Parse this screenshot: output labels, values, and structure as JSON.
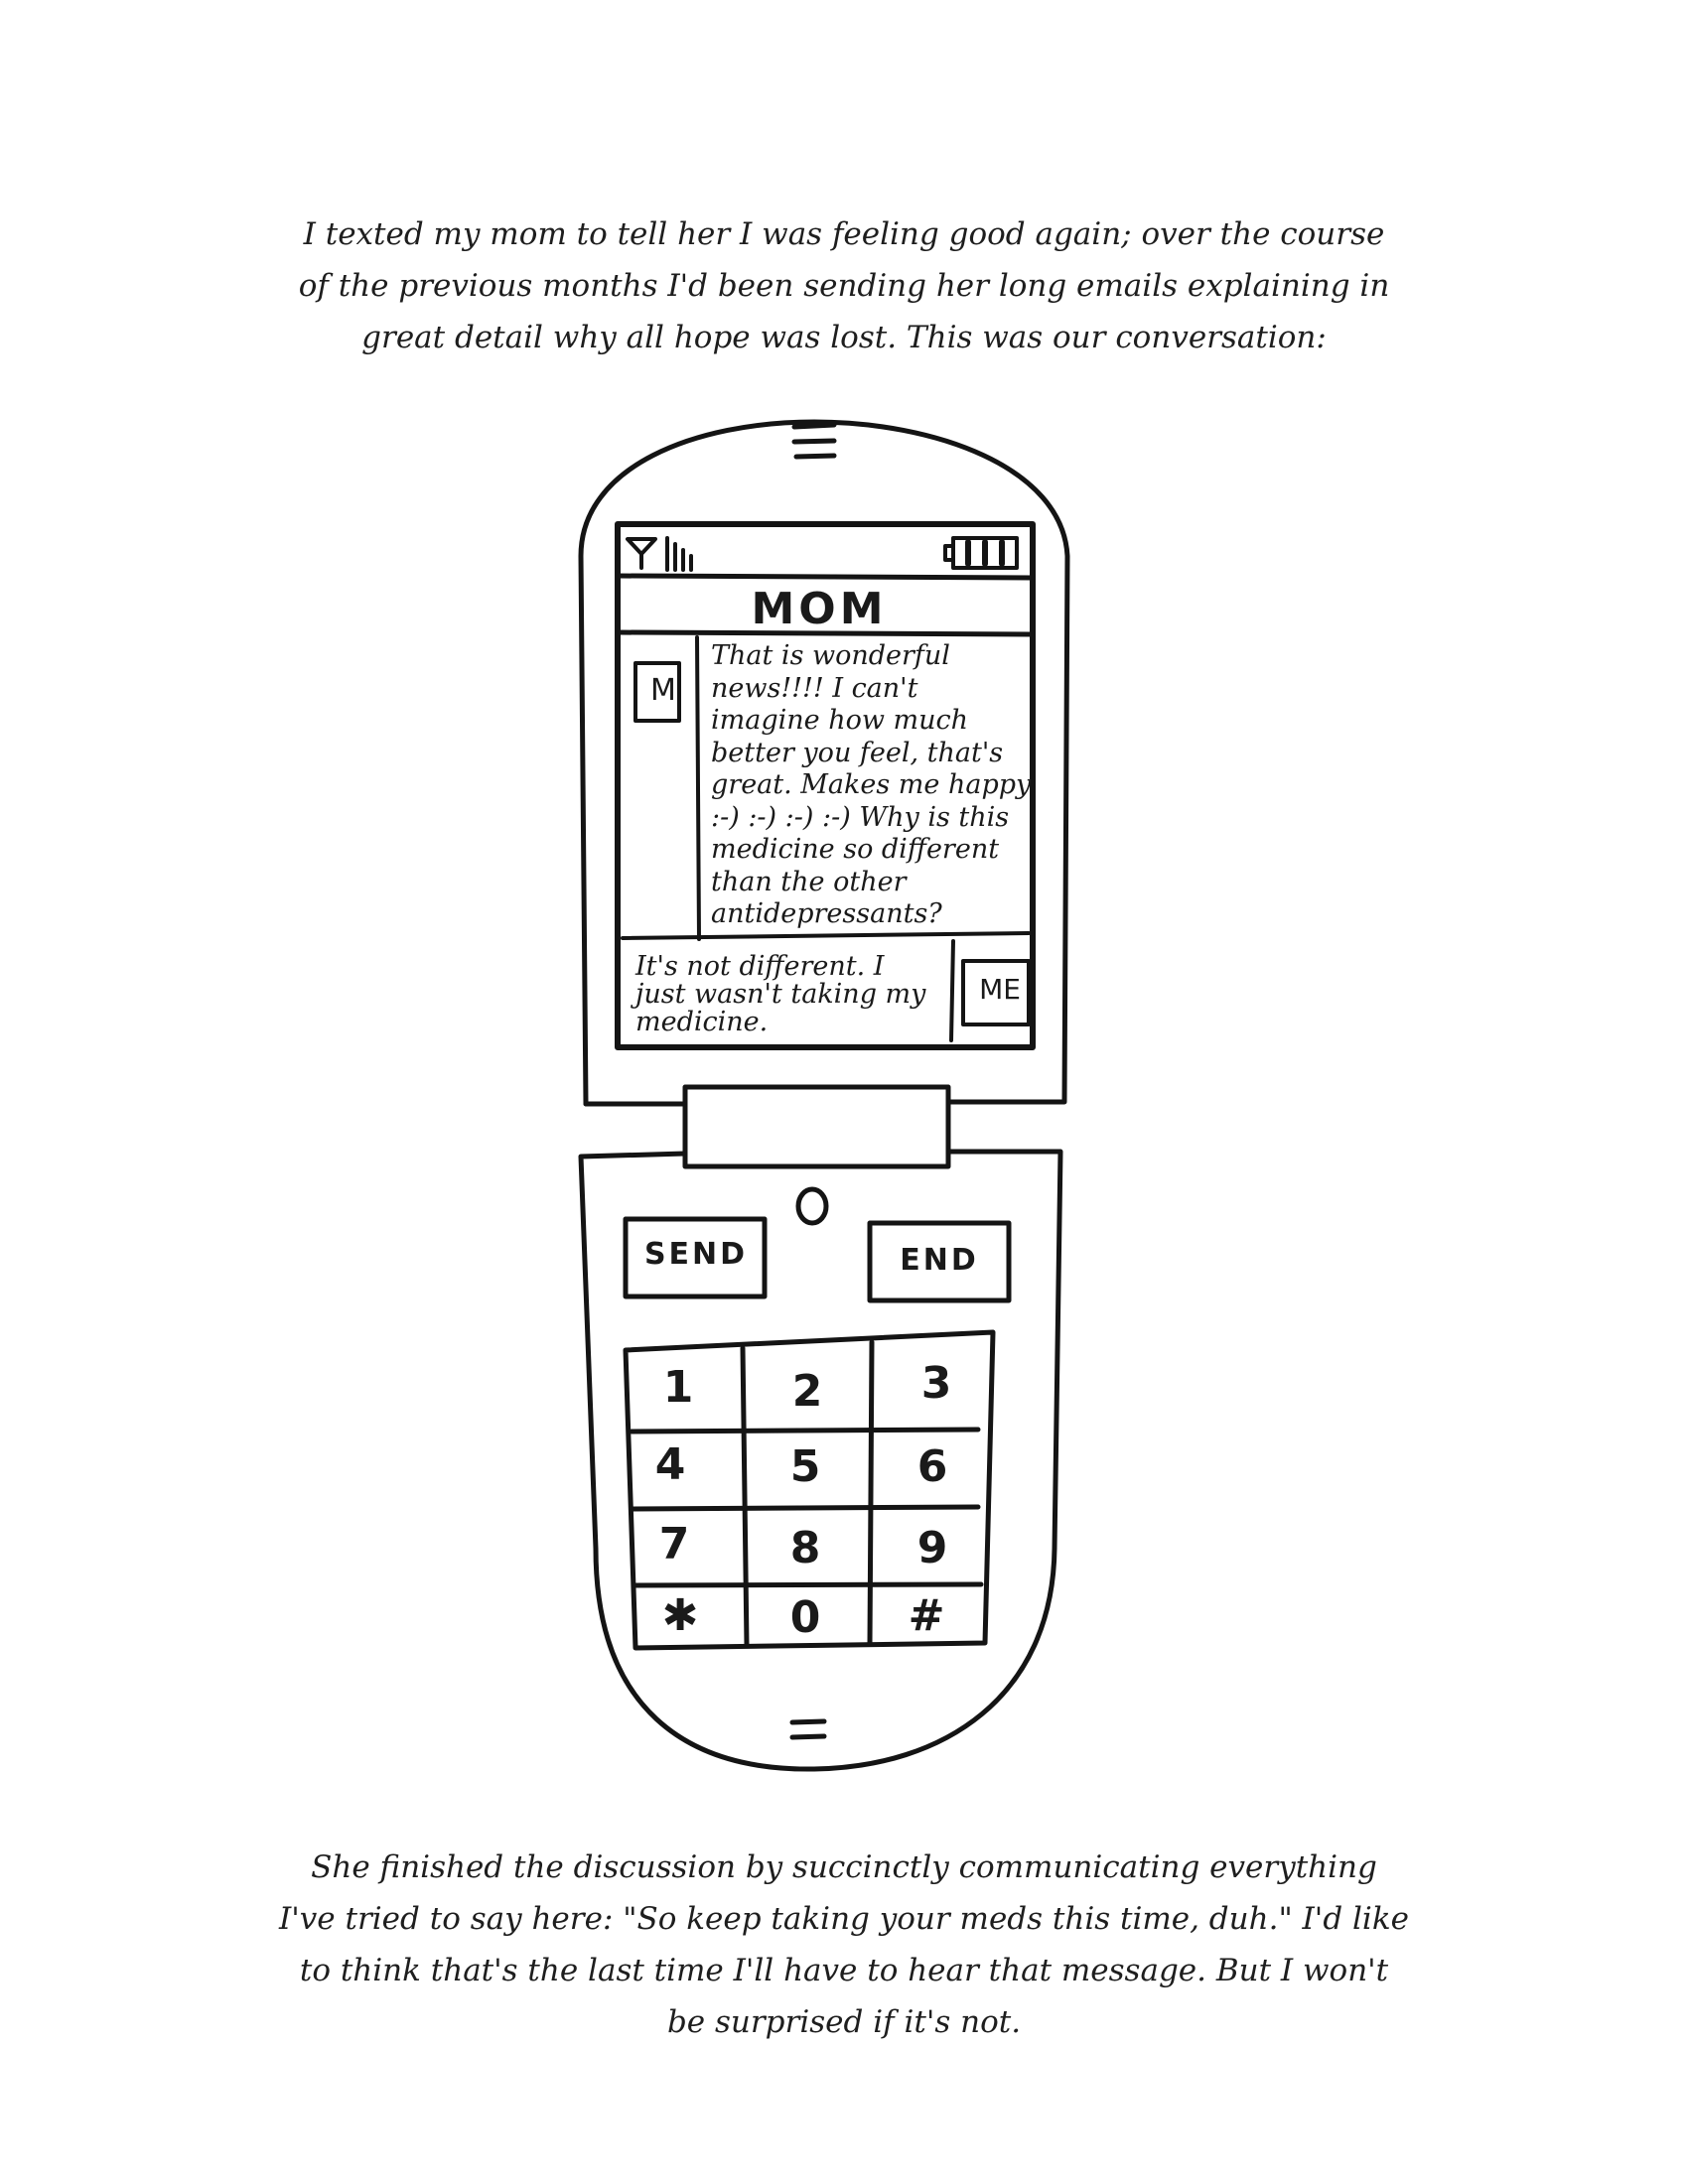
{
  "top_caption": {
    "lines": [
      "I texted my mom to tell her I was feeling good again; over the course",
      "of the previous months I'd been sending her long emails explaining in",
      "great detail why all hope was lost. This was our conversation:"
    ]
  },
  "phone": {
    "contact_name": "MOM",
    "mom_avatar": "M",
    "mom_message_lines": [
      "That is wonderful",
      "news!!!! I can't",
      "imagine how much",
      "better you feel, that's",
      "great. Makes me happy",
      ":-) :-) :-) :-) Why is this",
      "medicine so different",
      "than the other",
      "antidepressants?"
    ],
    "me_avatar": "ME",
    "me_message_lines": [
      "It's not different. I",
      "just wasn't taking my",
      "medicine."
    ],
    "send_label": "SEND",
    "end_label": "END",
    "keys": [
      "1",
      "2",
      "3",
      "4",
      "5",
      "6",
      "7",
      "8",
      "9",
      "✱",
      "0",
      "#"
    ],
    "icons": [
      "signal-antenna-icon",
      "signal-bars-icon",
      "battery-icon",
      "earpiece-icon",
      "microphone-icon",
      "navigation-button-icon"
    ]
  },
  "bottom_caption": {
    "lines": [
      "She finished the discussion by succinctly communicating everything",
      "I've tried to say here: \"So keep taking your meds this time, duh.\" I'd like",
      "to think that's the last time I'll have to hear that message. But I won't",
      "be surprised if it's not."
    ]
  }
}
